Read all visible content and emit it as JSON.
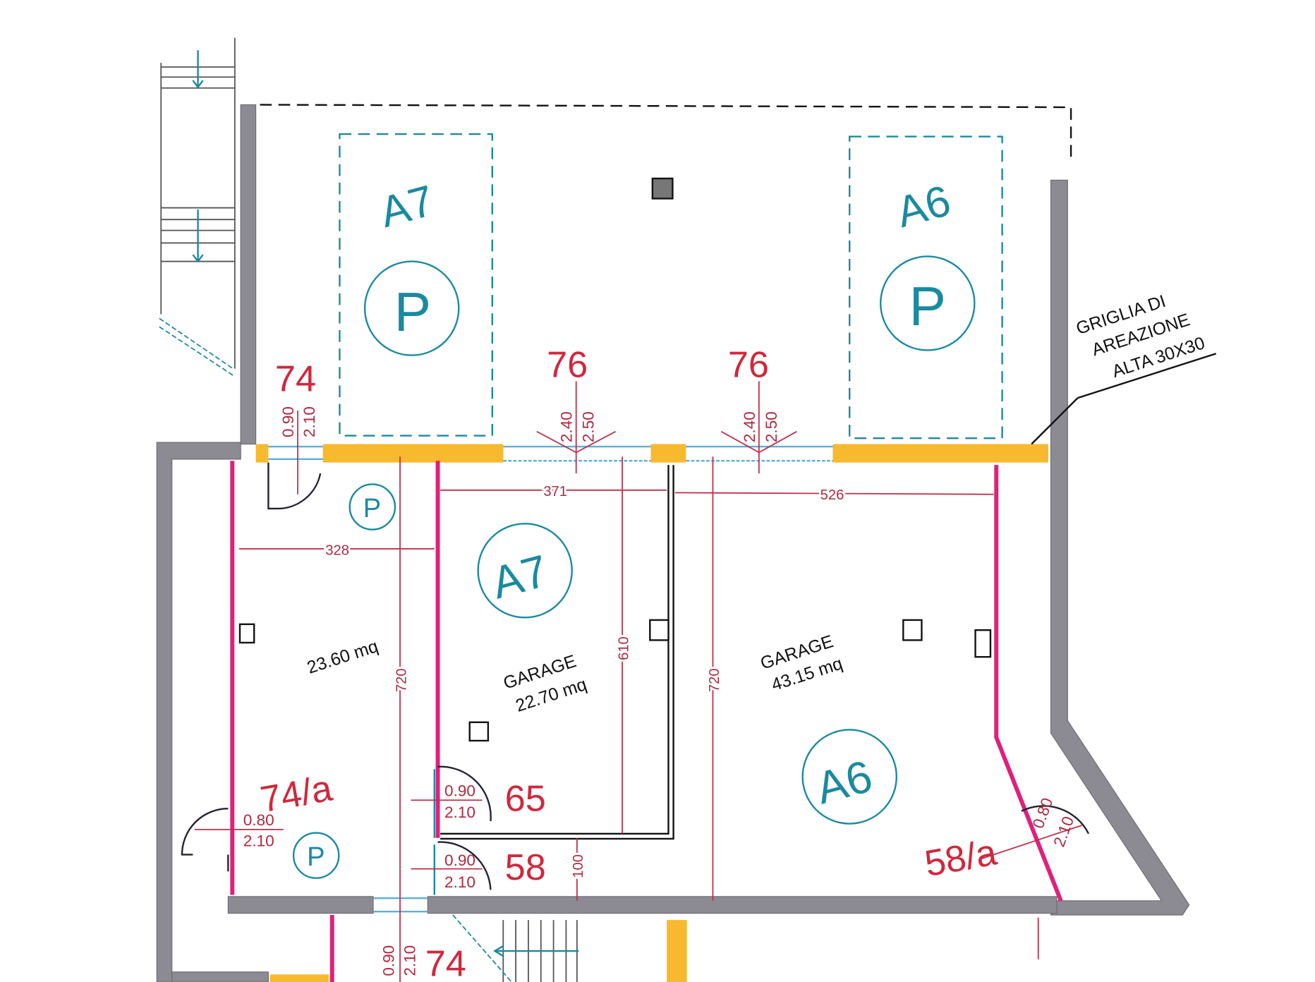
{
  "parking_zones": [
    {
      "label": "A7",
      "symbol": "P"
    },
    {
      "label": "A6",
      "symbol": "P"
    }
  ],
  "unit_labels": {
    "a7": "A7",
    "a6": "A6",
    "p_symbol": "P"
  },
  "room_numbers": {
    "top_left": "74",
    "top_mid_1": "76",
    "top_mid_2": "76",
    "left_room": "74/a",
    "door_65": "65",
    "door_58": "58",
    "right_door": "58/a",
    "bottom": "74"
  },
  "door_dims": {
    "d74_w": "0.90",
    "d74_h": "2.10",
    "w76_a_w": "2.40",
    "w76_a_h": "2.50",
    "w76_b_w": "2.40",
    "w76_b_h": "2.50",
    "d74a_w": "0.80",
    "d74a_h": "2.10",
    "d65_w": "0.90",
    "d65_h": "2.10",
    "d58_w": "0.90",
    "d58_h": "2.10",
    "d58a_w": "0.80",
    "d58a_h": "2.10",
    "d74b_w": "0.90",
    "d74b_h": "2.10"
  },
  "dimensions": {
    "w371": "371",
    "w526": "526",
    "w328": "328",
    "h720_left": "720",
    "h610": "610",
    "h720_right": "720",
    "h100": "100"
  },
  "rooms": [
    {
      "name": "",
      "area": "23.60 mq"
    },
    {
      "name": "GARAGE",
      "area": "22.70 mq"
    },
    {
      "name": "GARAGE",
      "area": "43.15 mq"
    }
  ],
  "note": {
    "line1": "GRIGLIA DI",
    "line2": "AREAZIONE",
    "line3": "ALTA 30X30"
  }
}
